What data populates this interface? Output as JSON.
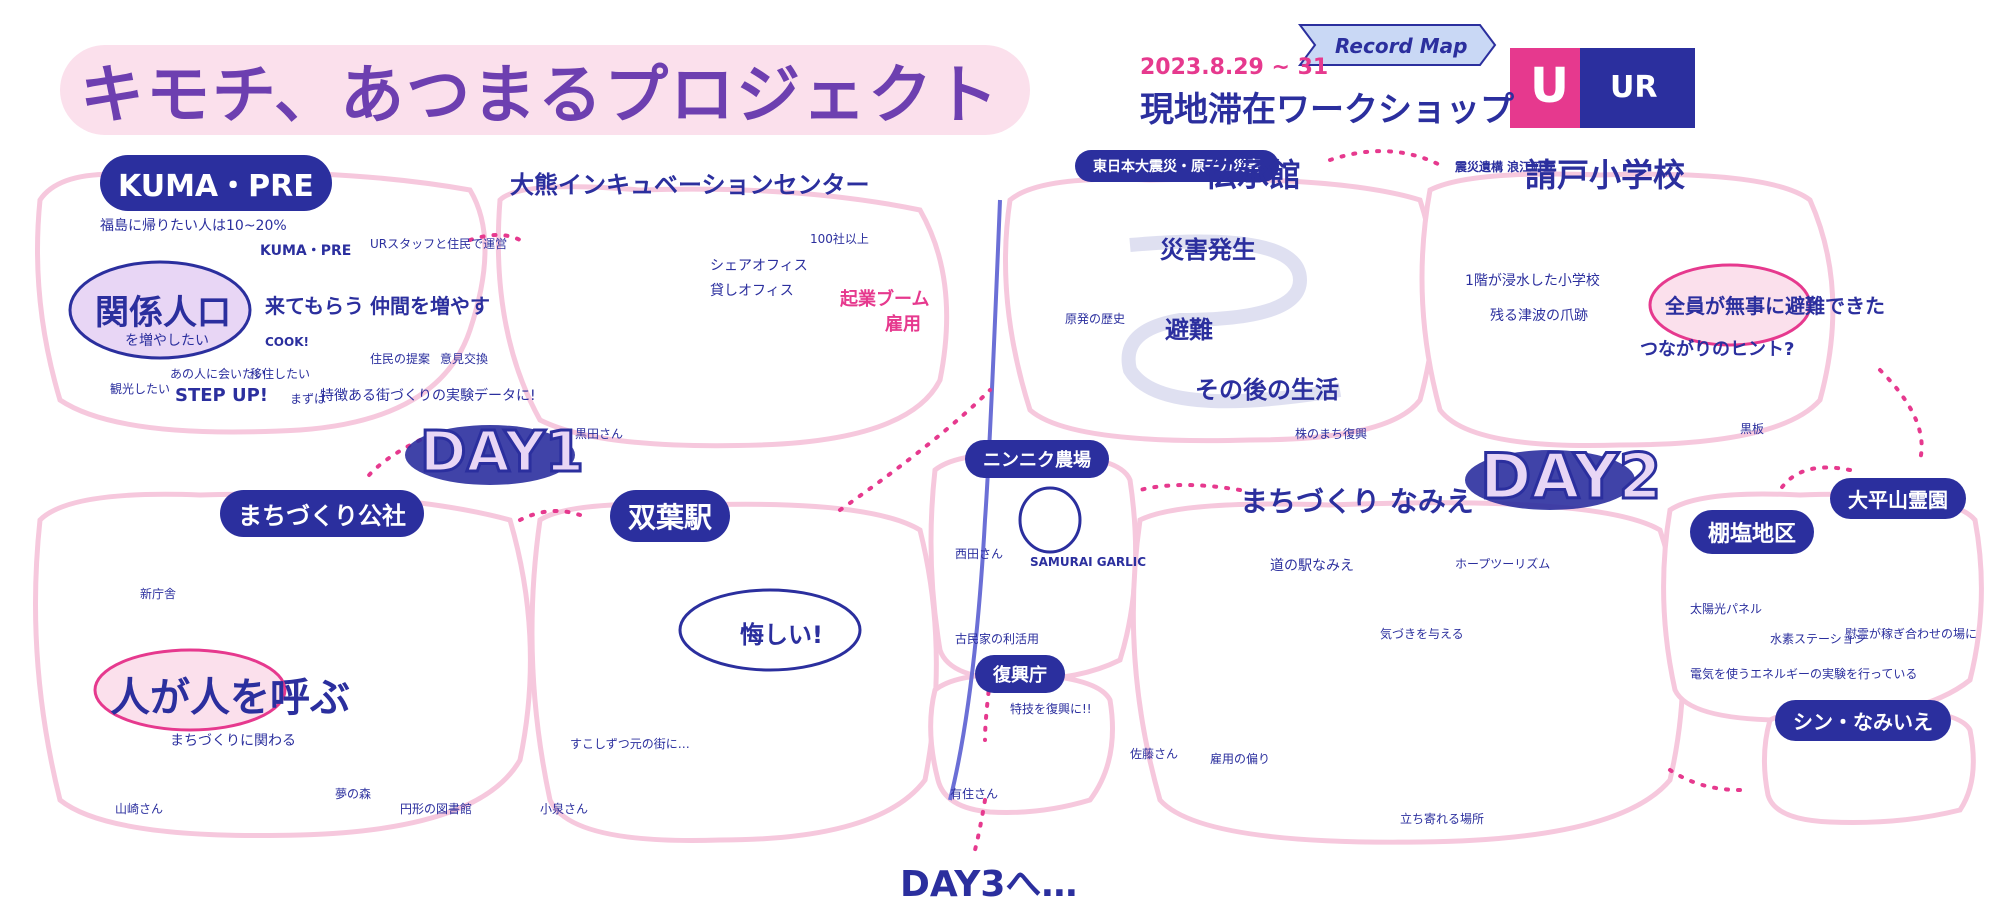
{
  "header": {
    "title": "キモチ、あつまるプロジェクト",
    "date": "2023.8.29 ~ 31",
    "subtitle": "現地滞在ワークショップ",
    "ribbon": "Record Map",
    "logo_letter": "U",
    "logo_text": "UR"
  },
  "days": {
    "day1": "DAY1",
    "day2": "DAY2",
    "day3": "DAY3へ…"
  },
  "kumapre": {
    "title": "KUMA・PRE",
    "top_note": "福島に帰りたい人は10~20%",
    "logo": "KUMA・PRE",
    "center_main": "関係人口",
    "center_sub": "を増やしたい",
    "come": "来てもらう",
    "friends": "仲間を増やす",
    "ur_staff": "URスタッフと住民で運営",
    "residents": "住民の提案",
    "exchange": "意見交換",
    "step1": "観光したい",
    "step2": "あの人に会いたい",
    "step3": "移住したい",
    "step_up": "STEP UP!",
    "mazu": "まずは",
    "experiment": "特徴ある街づくりの実験データに!",
    "cook": "COOK!"
  },
  "incubation": {
    "title": "大熊インキュベーションセンター",
    "share_office": "シェアオフィス",
    "rent_office": "貸しオフィス",
    "companies": "100社以上",
    "boom": "起業ブーム",
    "employment": "雇用",
    "person": "黒田さん"
  },
  "denshokan": {
    "title_small": "東日本大震災・原子力災害",
    "title": "伝承館",
    "disaster": "災害発生",
    "evacuation": "避難",
    "life": "その後の生活",
    "history": "原発の歴史",
    "reconstruction": "株のまち復興"
  },
  "ukedo": {
    "title_small": "震災遺構 浪江町立",
    "title": "請戸小学校",
    "first_floor": "1階が浸水した小学校",
    "tsunami": "残る津波の爪跡",
    "safe": "全員が無事に避難できた",
    "hint": "つながりのヒント?",
    "blackboard": "黒板"
  },
  "machizukuri_kosha": {
    "title": "まちづくり公社",
    "station_building": "新庁舎",
    "main": "人が人を呼ぶ",
    "people_sub": "まちづくりに関わる",
    "person": "山崎さん",
    "library": "円形の図書館",
    "dream": "夢の森"
  },
  "futaba": {
    "title": "双葉駅",
    "main": "悔しい!",
    "person": "小泉さん",
    "future": "すこしずつ元の街に…"
  },
  "garlic": {
    "title": "ニンニク農場",
    "brand": "SAMURAI GARLIC",
    "person": "西田さん",
    "community": "古民家の利活用"
  },
  "fukkocho": {
    "title": "復興庁",
    "main": "特技を復興に!!",
    "person": "有住さん"
  },
  "namie": {
    "title": "まちづくり なみえ",
    "station": "道の駅なみえ",
    "tourism": "ホープツーリズム",
    "attention": "気づきを与える",
    "employment": "雇用の偏り",
    "place": "立ち寄れる場所",
    "person": "佐藤さん"
  },
  "tanashio": {
    "title": "棚塩地区",
    "solar": "太陽光パネル",
    "station": "水素ステーション",
    "energy": "電気を使うエネルギーの実験を行っている"
  },
  "ohirayama": {
    "title": "大平山霊園",
    "meeting": "慰霊が稼ぎ合わせの場に"
  },
  "shin_namiie": {
    "title": "シン・なみいえ"
  },
  "colors": {
    "navy": "#2b2f9e",
    "pink": "#f6c8dd",
    "magenta": "#e6398e",
    "lavender": "#e8d6f5",
    "purple": "#6d3fb0"
  }
}
